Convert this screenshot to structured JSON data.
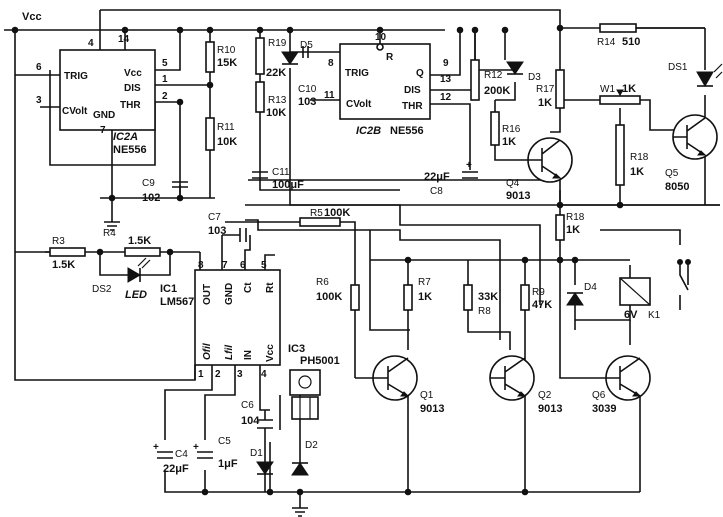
{
  "supply": {
    "label": "Vcc"
  },
  "ic2a": {
    "name": "IC2A",
    "part": "NE556",
    "pin_trig": "TRIG",
    "pin_vcc": "Vcc",
    "pin_dis": "DIS",
    "pin_thr": "THR",
    "pin_cvolt": "CVolt",
    "pin_gnd": "GND",
    "n4": "4",
    "n14": "14",
    "n6": "6",
    "n5": "5",
    "n1": "1",
    "n2": "2",
    "n3": "3",
    "n7": "7"
  },
  "ic2b": {
    "name": "IC2B",
    "part": "NE556",
    "pin_trig": "TRIG",
    "pin_r": "R",
    "pin_q": "Q",
    "pin_dis": "DIS",
    "pin_thr": "THR",
    "pin_cvolt": "CVolt",
    "n10": "10",
    "n8": "8",
    "n9": "9",
    "n13": "13",
    "n12": "12",
    "n11": "11"
  },
  "ic1": {
    "name": "IC1",
    "part": "LM567",
    "pin_out": "OUT",
    "pin_gnd": "GND",
    "pin_ct": "Ct",
    "pin_rt": "Rt",
    "pin_ofil": "Ofil",
    "pin_lfil": "Lfil",
    "pin_in": "IN",
    "pin_vcc": "Vcc",
    "n8": "8",
    "n7": "7",
    "n6": "6",
    "n5": "5",
    "n1": "1",
    "n2": "2",
    "n3": "3",
    "n4": "4"
  },
  "ic3": {
    "name": "IC3",
    "part": "PH5001"
  },
  "resistors": {
    "r10": "R10",
    "r10v": "15K",
    "r11": "R11",
    "r11v": "10K",
    "r19": "R19",
    "r19v": "22K",
    "r13": "R13",
    "r13v": "10K",
    "r12": "R12",
    "r12v": "200K",
    "r16": "R16",
    "r16v": "1K",
    "r17": "R17",
    "r17v": "1K",
    "r14": "R14",
    "r14v": "510",
    "w1": "W1",
    "w1v": "1K",
    "r18a": "R18",
    "r18av": "1K",
    "r18b": "R18",
    "r18bv": "1K",
    "r3": "R3",
    "r3v": "1.5K",
    "r4": "R4",
    "r4v": "1.5K",
    "r5": "R5",
    "r5v": "100K",
    "r6": "R6",
    "r6v": "100K",
    "r7": "R7",
    "r7v": "1K",
    "r8": "R8",
    "r8v": "33K",
    "r9": "R9",
    "r9v": "47K"
  },
  "capacitors": {
    "c9": "C9",
    "c9v": "102",
    "c10": "C10",
    "c10v": "103",
    "c11": "C11",
    "c11v": "100μF",
    "c8": "C8",
    "c8v": "22μF",
    "c7": "C7",
    "c7v": "103",
    "c6": "C6",
    "c6v": "104",
    "c4": "C4",
    "c4v": "22μF",
    "c5": "C5",
    "c5v": "1μF"
  },
  "diodes": {
    "d5": "D5",
    "d3": "D3",
    "d4": "D4",
    "d1": "D1",
    "d2": "D2",
    "ds1": "DS1",
    "ds2": "DS2",
    "led": "LED"
  },
  "transistors": {
    "q4": "Q4",
    "q4v": "9013",
    "q5": "Q5",
    "q5v": "8050",
    "q1": "Q1",
    "q1v": "9013",
    "q2": "Q2",
    "q2v": "9013",
    "q6": "Q6",
    "q6v": "3039"
  },
  "relay": {
    "name": "K1",
    "voltage": "6V"
  }
}
